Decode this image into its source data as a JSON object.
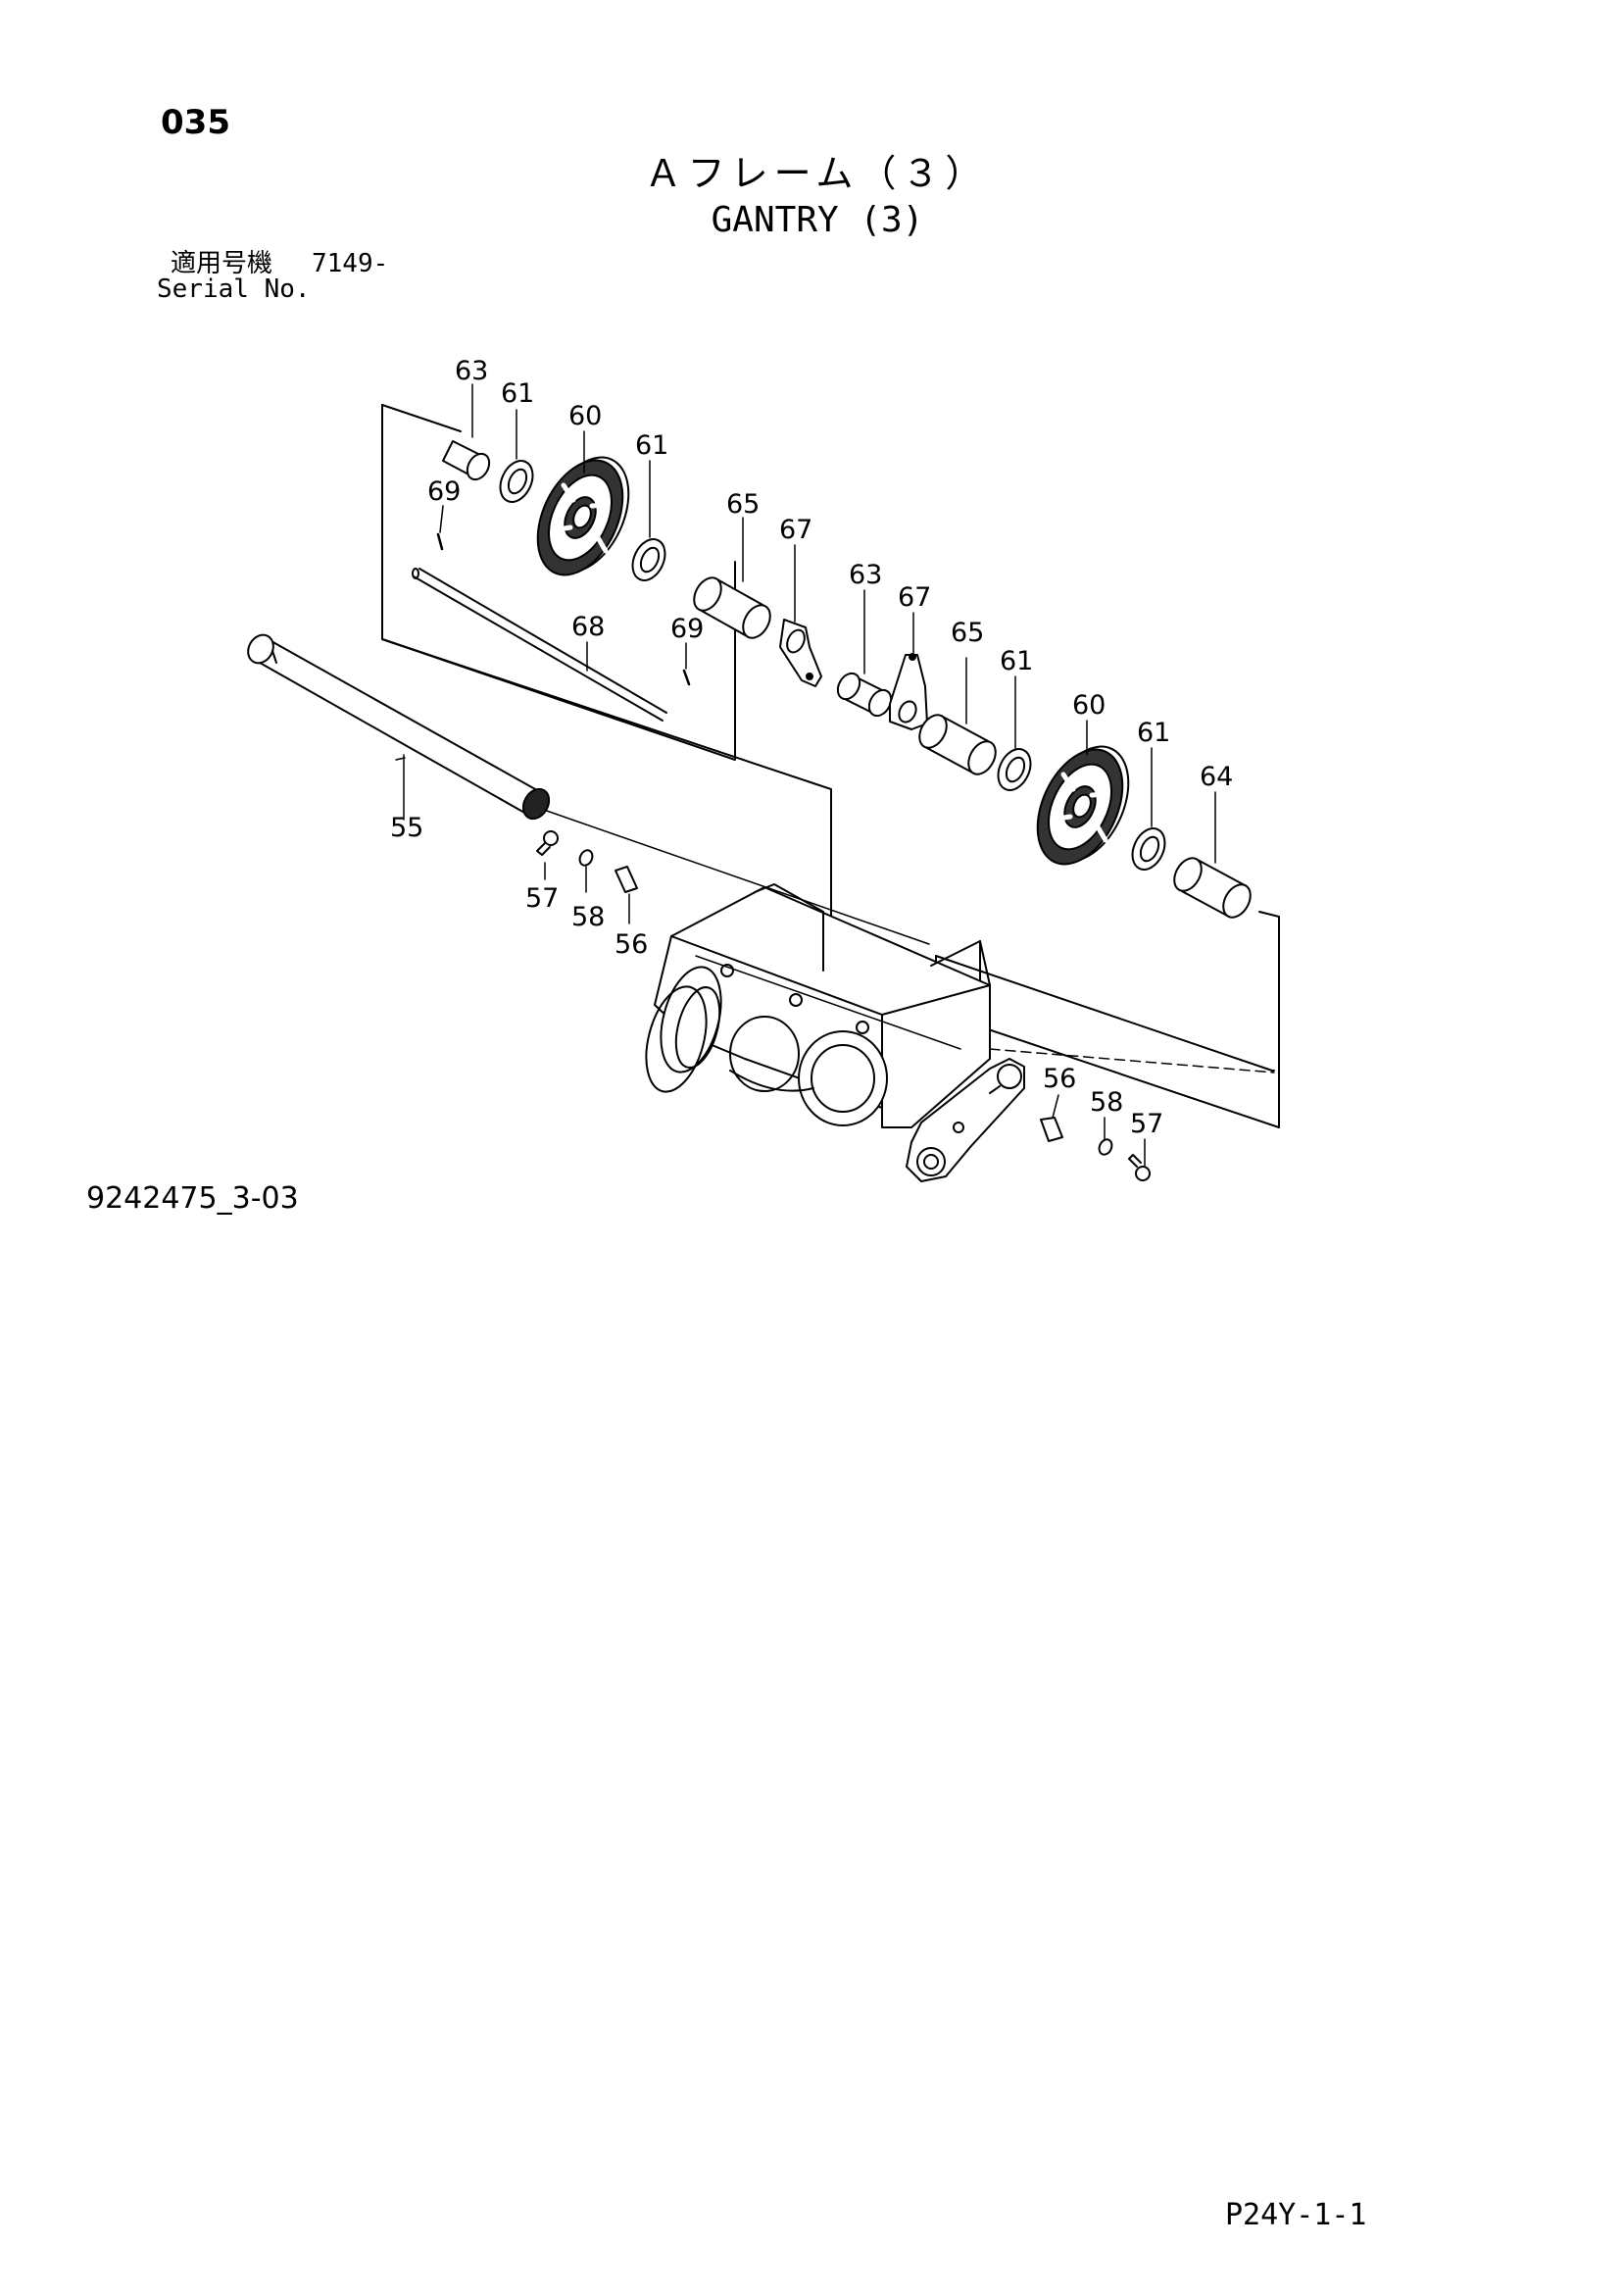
{
  "page_number": "035",
  "title_jp": "Ａフレーム（３）",
  "title_en": "GANTRY (3)",
  "serial": {
    "label_jp": "適用号機",
    "label_en": "Serial No.",
    "value": "7149-"
  },
  "drawing_id": "9242475_3-03",
  "sheet_code": "P24Y-1-1",
  "part_labels": {
    "l63a": "63",
    "l61a": "61",
    "l60a": "60",
    "l61b": "61",
    "l69a": "69",
    "l65a": "65",
    "l67a": "67",
    "l63b": "63",
    "l67b": "67",
    "l68": "68",
    "l69b": "69",
    "l65b": "65",
    "l61c": "61",
    "l60b": "60",
    "l61d": "61",
    "l64": "64",
    "l55": "55",
    "l57a": "57",
    "l58a": "58",
    "l56a": "56",
    "l56b": "56",
    "l58b": "58",
    "l57b": "57"
  }
}
